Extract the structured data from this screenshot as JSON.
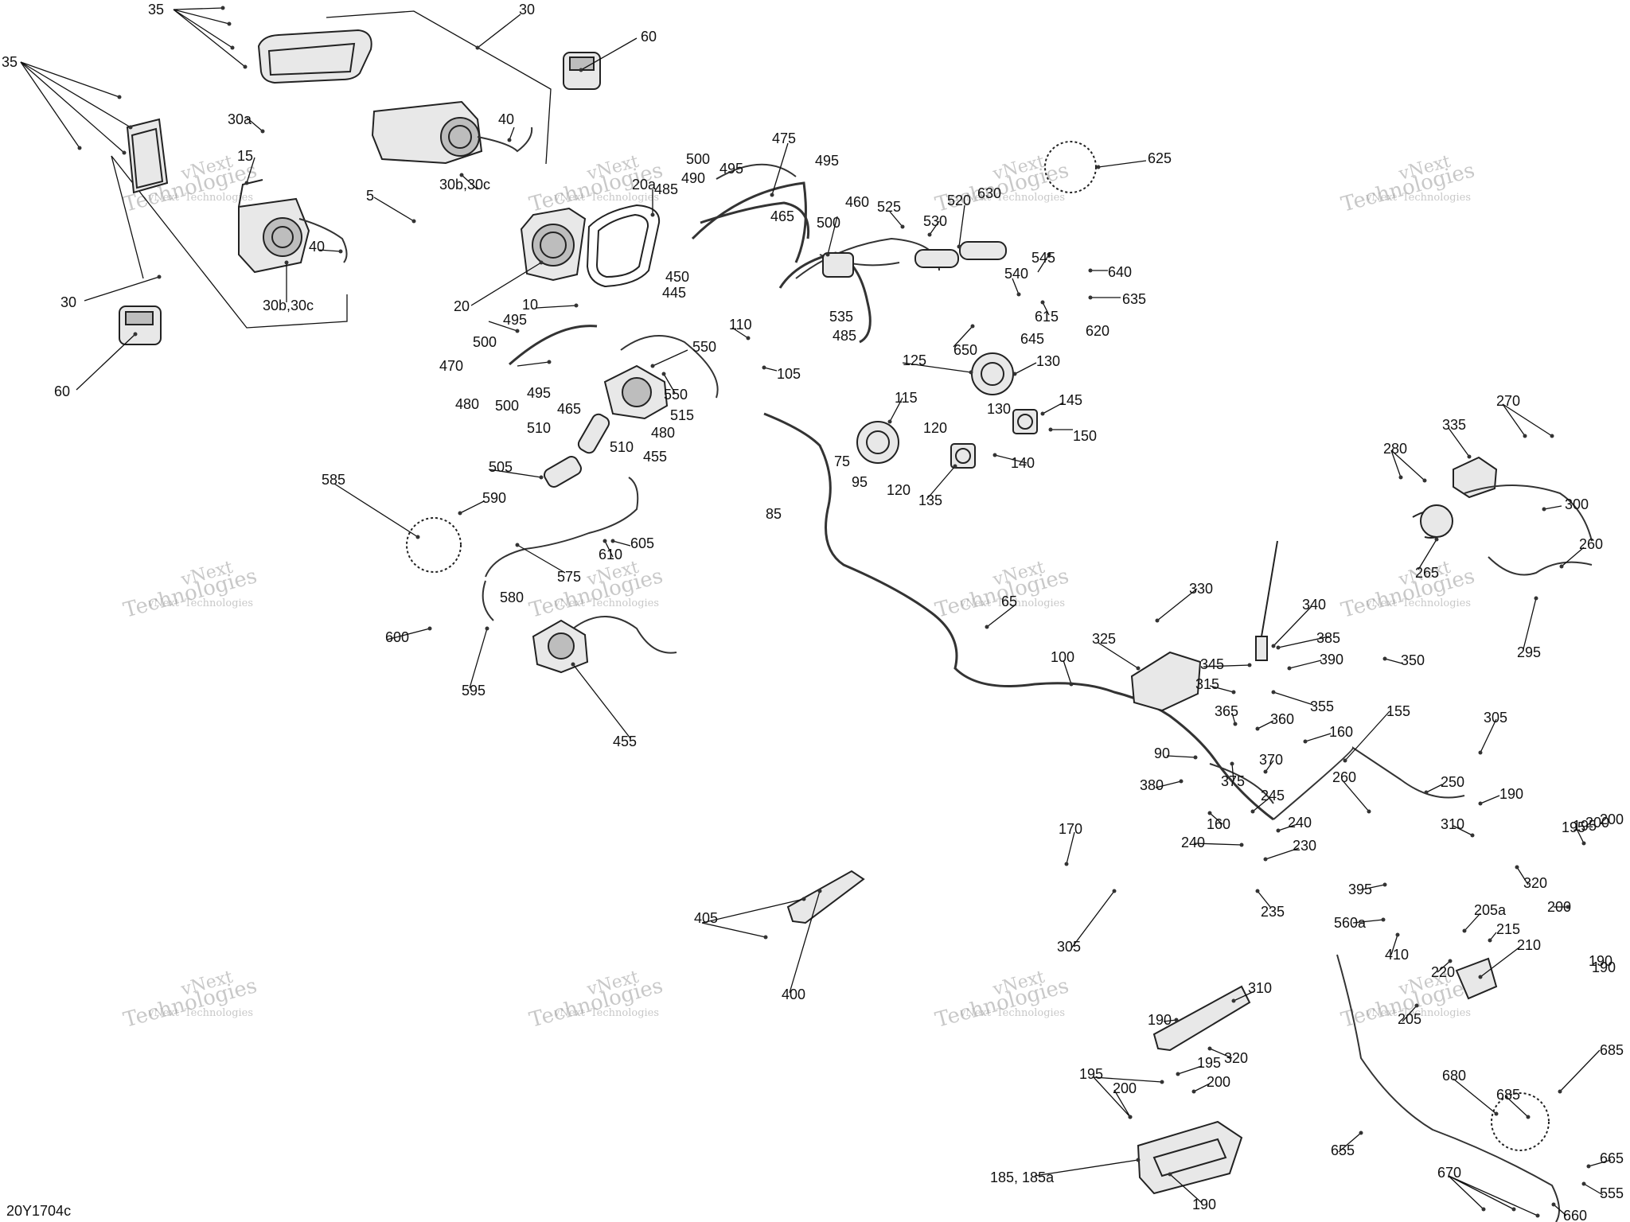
{
  "document_id": "20Y1704c",
  "watermark": {
    "line1": "vNext",
    "line2": "Technologies",
    "mark_line1": "vNext",
    "mark_line2": "Technologies"
  },
  "callouts": [
    {
      "id": "c-35a",
      "text": "35"
    },
    {
      "id": "c-30a",
      "text": "30"
    },
    {
      "id": "c-60a",
      "text": "60"
    },
    {
      "id": "c-35b",
      "text": "35"
    },
    {
      "id": "c-30a2",
      "text": "30a"
    },
    {
      "id": "c-15",
      "text": "15"
    },
    {
      "id": "c-40a",
      "text": "40"
    },
    {
      "id": "c-30bc1",
      "text": "30b,30c"
    },
    {
      "id": "c-5",
      "text": "5"
    },
    {
      "id": "c-40b",
      "text": "40"
    },
    {
      "id": "c-30bc2",
      "text": "30b,30c"
    },
    {
      "id": "c-30b",
      "text": "30"
    },
    {
      "id": "c-60b",
      "text": "60"
    },
    {
      "id": "c-20a",
      "text": "20a"
    },
    {
      "id": "c-20",
      "text": "20"
    },
    {
      "id": "c-10",
      "text": "10"
    },
    {
      "id": "c-475",
      "text": "475"
    },
    {
      "id": "c-500a",
      "text": "500"
    },
    {
      "id": "c-490",
      "text": "490"
    },
    {
      "id": "c-495a",
      "text": "495"
    },
    {
      "id": "c-485a",
      "text": "485"
    },
    {
      "id": "c-495b",
      "text": "495"
    },
    {
      "id": "c-460",
      "text": "460"
    },
    {
      "id": "c-465a",
      "text": "465"
    },
    {
      "id": "c-500b",
      "text": "500"
    },
    {
      "id": "c-450",
      "text": "450"
    },
    {
      "id": "c-445",
      "text": "445"
    },
    {
      "id": "c-525",
      "text": "525"
    },
    {
      "id": "c-530",
      "text": "530"
    },
    {
      "id": "c-520",
      "text": "520"
    },
    {
      "id": "c-630",
      "text": "630"
    },
    {
      "id": "c-625",
      "text": "625"
    },
    {
      "id": "c-545",
      "text": "545"
    },
    {
      "id": "c-540",
      "text": "540"
    },
    {
      "id": "c-640",
      "text": "640"
    },
    {
      "id": "c-635",
      "text": "635"
    },
    {
      "id": "c-615",
      "text": "615"
    },
    {
      "id": "c-620",
      "text": "620"
    },
    {
      "id": "c-645",
      "text": "645"
    },
    {
      "id": "c-650",
      "text": "650"
    },
    {
      "id": "c-495c",
      "text": "495"
    },
    {
      "id": "c-500c",
      "text": "500"
    },
    {
      "id": "c-470",
      "text": "470"
    },
    {
      "id": "c-480a",
      "text": "480"
    },
    {
      "id": "c-500d",
      "text": "500"
    },
    {
      "id": "c-495d",
      "text": "495"
    },
    {
      "id": "c-465b",
      "text": "465"
    },
    {
      "id": "c-550a",
      "text": "550"
    },
    {
      "id": "c-550b",
      "text": "550"
    },
    {
      "id": "c-515",
      "text": "515"
    },
    {
      "id": "c-480b",
      "text": "480"
    },
    {
      "id": "c-510a",
      "text": "510"
    },
    {
      "id": "c-510b",
      "text": "510"
    },
    {
      "id": "c-455a",
      "text": "455"
    },
    {
      "id": "c-110",
      "text": "110"
    },
    {
      "id": "c-105",
      "text": "105"
    },
    {
      "id": "c-535",
      "text": "535"
    },
    {
      "id": "c-485b",
      "text": "485"
    },
    {
      "id": "c-125",
      "text": "125"
    },
    {
      "id": "c-130a",
      "text": "130"
    },
    {
      "id": "c-130b",
      "text": "130"
    },
    {
      "id": "c-145",
      "text": "145"
    },
    {
      "id": "c-150",
      "text": "150"
    },
    {
      "id": "c-115",
      "text": "115"
    },
    {
      "id": "c-120a",
      "text": "120"
    },
    {
      "id": "c-120b",
      "text": "120"
    },
    {
      "id": "c-140",
      "text": "140"
    },
    {
      "id": "c-135",
      "text": "135"
    },
    {
      "id": "c-75",
      "text": "75"
    },
    {
      "id": "c-95",
      "text": "95"
    },
    {
      "id": "c-85",
      "text": "85"
    },
    {
      "id": "c-505",
      "text": "505"
    },
    {
      "id": "c-585",
      "text": "585"
    },
    {
      "id": "c-590",
      "text": "590"
    },
    {
      "id": "c-605",
      "text": "605"
    },
    {
      "id": "c-610",
      "text": "610"
    },
    {
      "id": "c-575",
      "text": "575"
    },
    {
      "id": "c-580",
      "text": "580"
    },
    {
      "id": "c-600",
      "text": "600"
    },
    {
      "id": "c-595",
      "text": "595"
    },
    {
      "id": "c-455b",
      "text": "455"
    },
    {
      "id": "c-65",
      "text": "65"
    },
    {
      "id": "c-330",
      "text": "330"
    },
    {
      "id": "c-340",
      "text": "340"
    },
    {
      "id": "c-325",
      "text": "325"
    },
    {
      "id": "c-385",
      "text": "385"
    },
    {
      "id": "c-345",
      "text": "345"
    },
    {
      "id": "c-390",
      "text": "390"
    },
    {
      "id": "c-315",
      "text": "315"
    },
    {
      "id": "c-355",
      "text": "355"
    },
    {
      "id": "c-100",
      "text": "100"
    },
    {
      "id": "c-350",
      "text": "350"
    },
    {
      "id": "c-365",
      "text": "365"
    },
    {
      "id": "c-360",
      "text": "360"
    },
    {
      "id": "c-155",
      "text": "155"
    },
    {
      "id": "c-160a",
      "text": "160"
    },
    {
      "id": "c-90",
      "text": "90"
    },
    {
      "id": "c-370",
      "text": "370"
    },
    {
      "id": "c-375",
      "text": "375"
    },
    {
      "id": "c-380",
      "text": "380"
    },
    {
      "id": "c-260a",
      "text": "260"
    },
    {
      "id": "c-250",
      "text": "250"
    },
    {
      "id": "c-160b",
      "text": "160"
    },
    {
      "id": "c-245",
      "text": "245"
    },
    {
      "id": "c-240a",
      "text": "240"
    },
    {
      "id": "c-240b",
      "text": "240"
    },
    {
      "id": "c-230",
      "text": "230"
    },
    {
      "id": "c-235",
      "text": "235"
    },
    {
      "id": "c-170",
      "text": "170"
    },
    {
      "id": "c-305a",
      "text": "305"
    },
    {
      "id": "c-305b",
      "text": "305"
    },
    {
      "id": "c-190a",
      "text": "190"
    },
    {
      "id": "c-310a",
      "text": "310"
    },
    {
      "id": "c-195a",
      "text": "195"
    },
    {
      "id": "c-200a",
      "text": "200"
    },
    {
      "id": "c-320a",
      "text": "320"
    },
    {
      "id": "c-395",
      "text": "395"
    },
    {
      "id": "c-560a",
      "text": "560a"
    },
    {
      "id": "c-410",
      "text": "410"
    },
    {
      "id": "c-205a",
      "text": "205a"
    },
    {
      "id": "c-215",
      "text": "215"
    },
    {
      "id": "c-220",
      "text": "220"
    },
    {
      "id": "c-210",
      "text": "210"
    },
    {
      "id": "c-205",
      "text": "205"
    },
    {
      "id": "c-200b",
      "text": "200"
    },
    {
      "id": "c-190b",
      "text": "190"
    },
    {
      "id": "c-405",
      "text": "405"
    },
    {
      "id": "c-400",
      "text": "400"
    },
    {
      "id": "c-310b",
      "text": "310"
    },
    {
      "id": "c-190c",
      "text": "190"
    },
    {
      "id": "c-320b",
      "text": "320"
    },
    {
      "id": "c-195b",
      "text": "195"
    },
    {
      "id": "c-200c",
      "text": "200"
    },
    {
      "id": "c-195c",
      "text": "195"
    },
    {
      "id": "c-200d",
      "text": "200"
    },
    {
      "id": "c-185",
      "text": "185, 185a"
    },
    {
      "id": "c-190d",
      "text": "190"
    },
    {
      "id": "c-680",
      "text": "680"
    },
    {
      "id": "c-685a",
      "text": "685"
    },
    {
      "id": "c-685b",
      "text": "685"
    },
    {
      "id": "c-655",
      "text": "655"
    },
    {
      "id": "c-670",
      "text": "670"
    },
    {
      "id": "c-665",
      "text": "665"
    },
    {
      "id": "c-555",
      "text": "555"
    },
    {
      "id": "c-660",
      "text": "660"
    },
    {
      "id": "c-270",
      "text": "270"
    },
    {
      "id": "c-335",
      "text": "335"
    },
    {
      "id": "c-280",
      "text": "280"
    },
    {
      "id": "c-300",
      "text": "300"
    },
    {
      "id": "c-260b",
      "text": "260"
    },
    {
      "id": "c-265",
      "text": "265"
    },
    {
      "id": "c-295",
      "text": "295"
    },
    {
      "id": "c-190e",
      "text": "190"
    },
    {
      "id": "c-200e",
      "text": "200"
    },
    {
      "id": "c-195d",
      "text": "195"
    }
  ]
}
